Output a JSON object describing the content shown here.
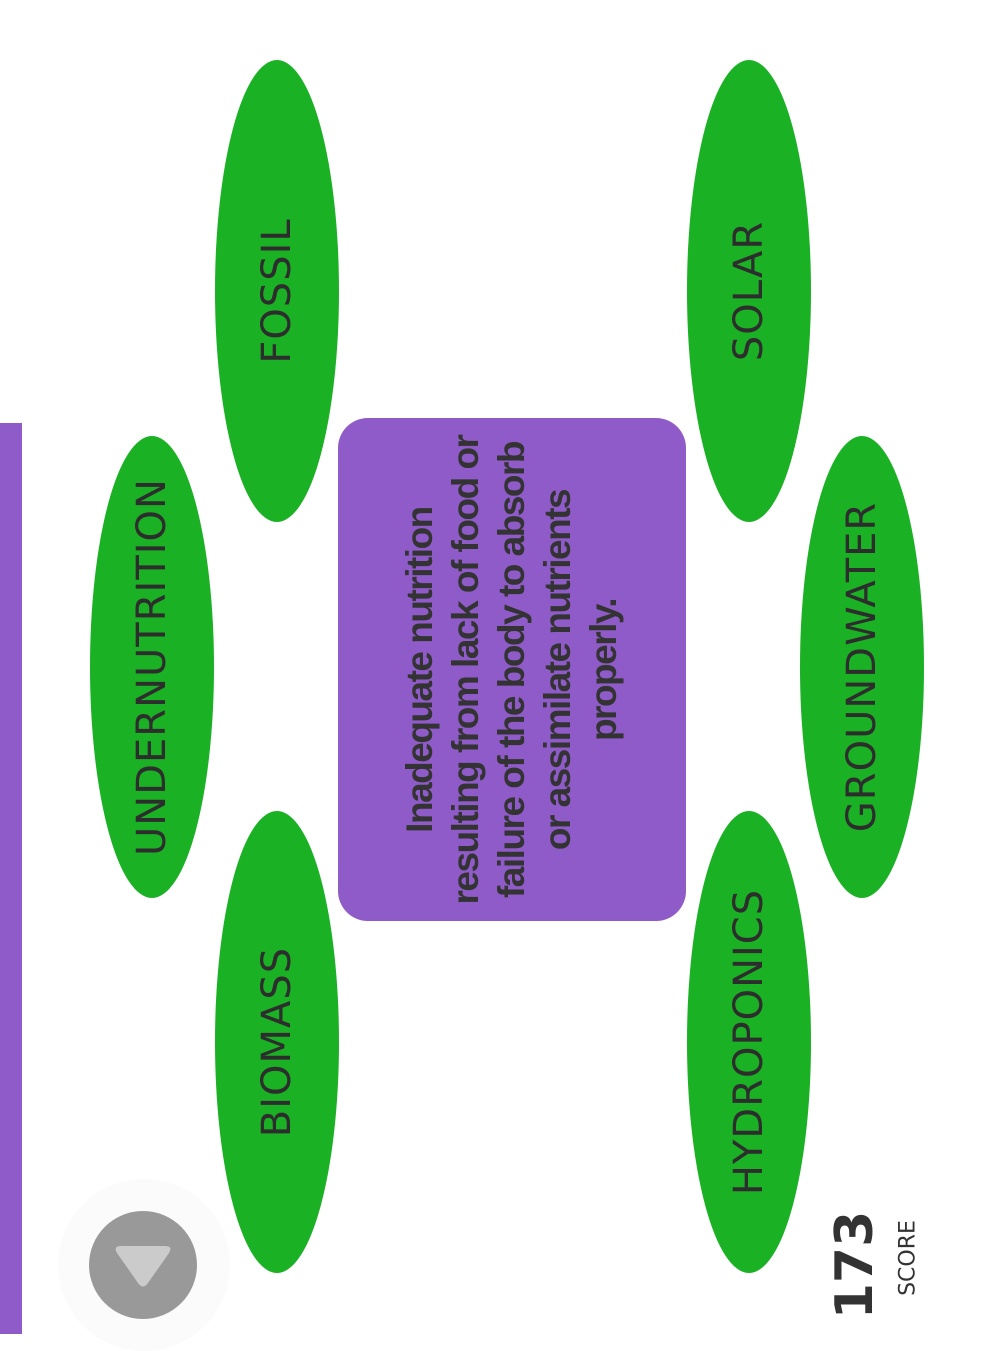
{
  "options": [
    {
      "label": "FOSSIL"
    },
    {
      "label": "UNDERNUTRITION"
    },
    {
      "label": "BIOMASS"
    },
    {
      "label": "SOLAR"
    },
    {
      "label": "GROUNDWATER"
    },
    {
      "label": "HYDROPONICS"
    }
  ],
  "definition": "Inadequate nutrition resulting from lack of food or failure of the body to absorb or assimilate nutrients properly.",
  "score": {
    "value": "173",
    "label": "SCORE"
  },
  "colors": {
    "accent": "#8f5bc8",
    "option": "#1bb125",
    "text": "#333333"
  }
}
